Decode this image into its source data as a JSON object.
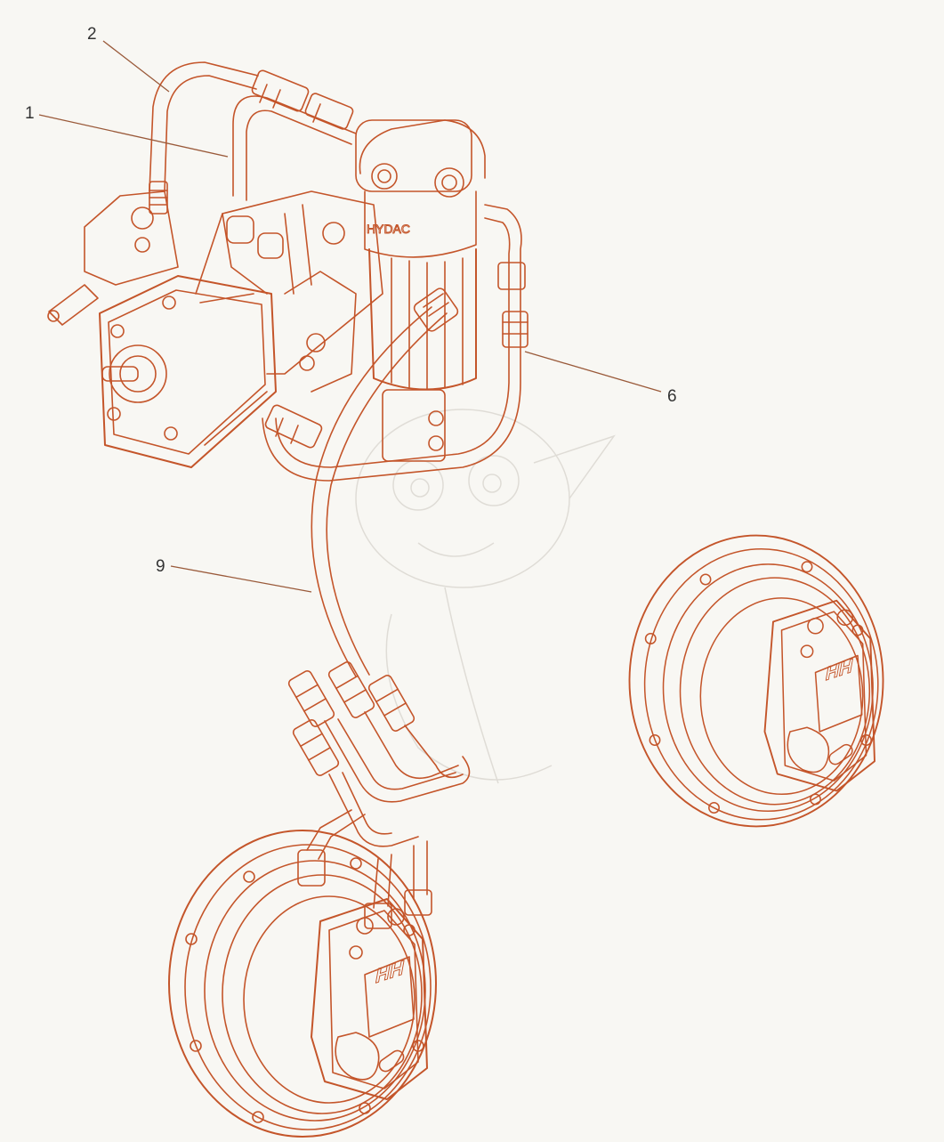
{
  "colors": {
    "line": "#c4552a",
    "leader": "#9a5a3a",
    "background": "#f8f7f3",
    "text": "#333333",
    "watermark": "#d9d6cf"
  },
  "callouts": [
    {
      "id": "2",
      "label": "2"
    },
    {
      "id": "1",
      "label": "1"
    },
    {
      "id": "6",
      "label": "6"
    },
    {
      "id": "9",
      "label": "9"
    }
  ],
  "valve_block_text": "HYDAC",
  "motor_logo_text": "HH"
}
